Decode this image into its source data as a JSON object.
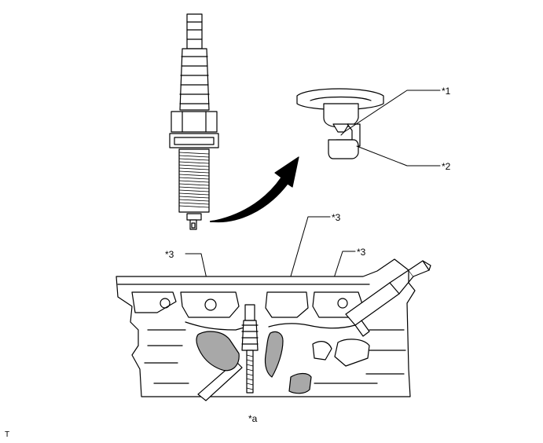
{
  "callouts": {
    "c1": "*1",
    "c2": "*2",
    "c3_left": "*3",
    "c3_mid": "*3",
    "c3_right": "*3",
    "view_a": "*a"
  },
  "corner_mark": "T",
  "colors": {
    "line": "#000000",
    "highlight": "#a8a8a8",
    "background": "#ffffff"
  }
}
